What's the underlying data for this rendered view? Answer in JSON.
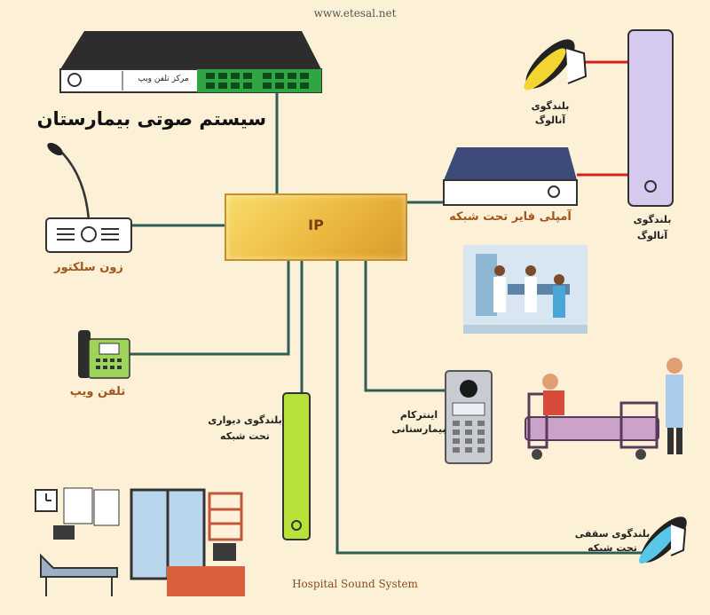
{
  "site_url": "www.etesal.net",
  "title": "سیستم صوتی بیمارستان",
  "hub": {
    "label": "IP"
  },
  "devices": {
    "switch": "مرکز تلفن ویپ",
    "zone_selector": "زون سلکتور",
    "voip_phone": "تلفن ویپ",
    "amplifier": "آمپلی فایر تحت شبکه",
    "analog_speaker_top": [
      "بلندگوی",
      "آنالوگ"
    ],
    "analog_speaker_column": [
      "بلندگوی",
      "آنالوگ"
    ],
    "wall_speaker": [
      "بلندگوی دیواری",
      "تحت شبکه"
    ],
    "intercom": [
      "اینترکام",
      "بیمارستانی"
    ],
    "ceiling_speaker": [
      "بلندگوی سقفی",
      "تحت شبکه"
    ]
  },
  "footer": "Hospital Sound System",
  "colors": {
    "background": "#fcf1d6",
    "network_wire": "#2e5e56",
    "analog_wire": "#d62020",
    "label_orange": "#a4541c",
    "hub_fill": "#eab53c"
  }
}
